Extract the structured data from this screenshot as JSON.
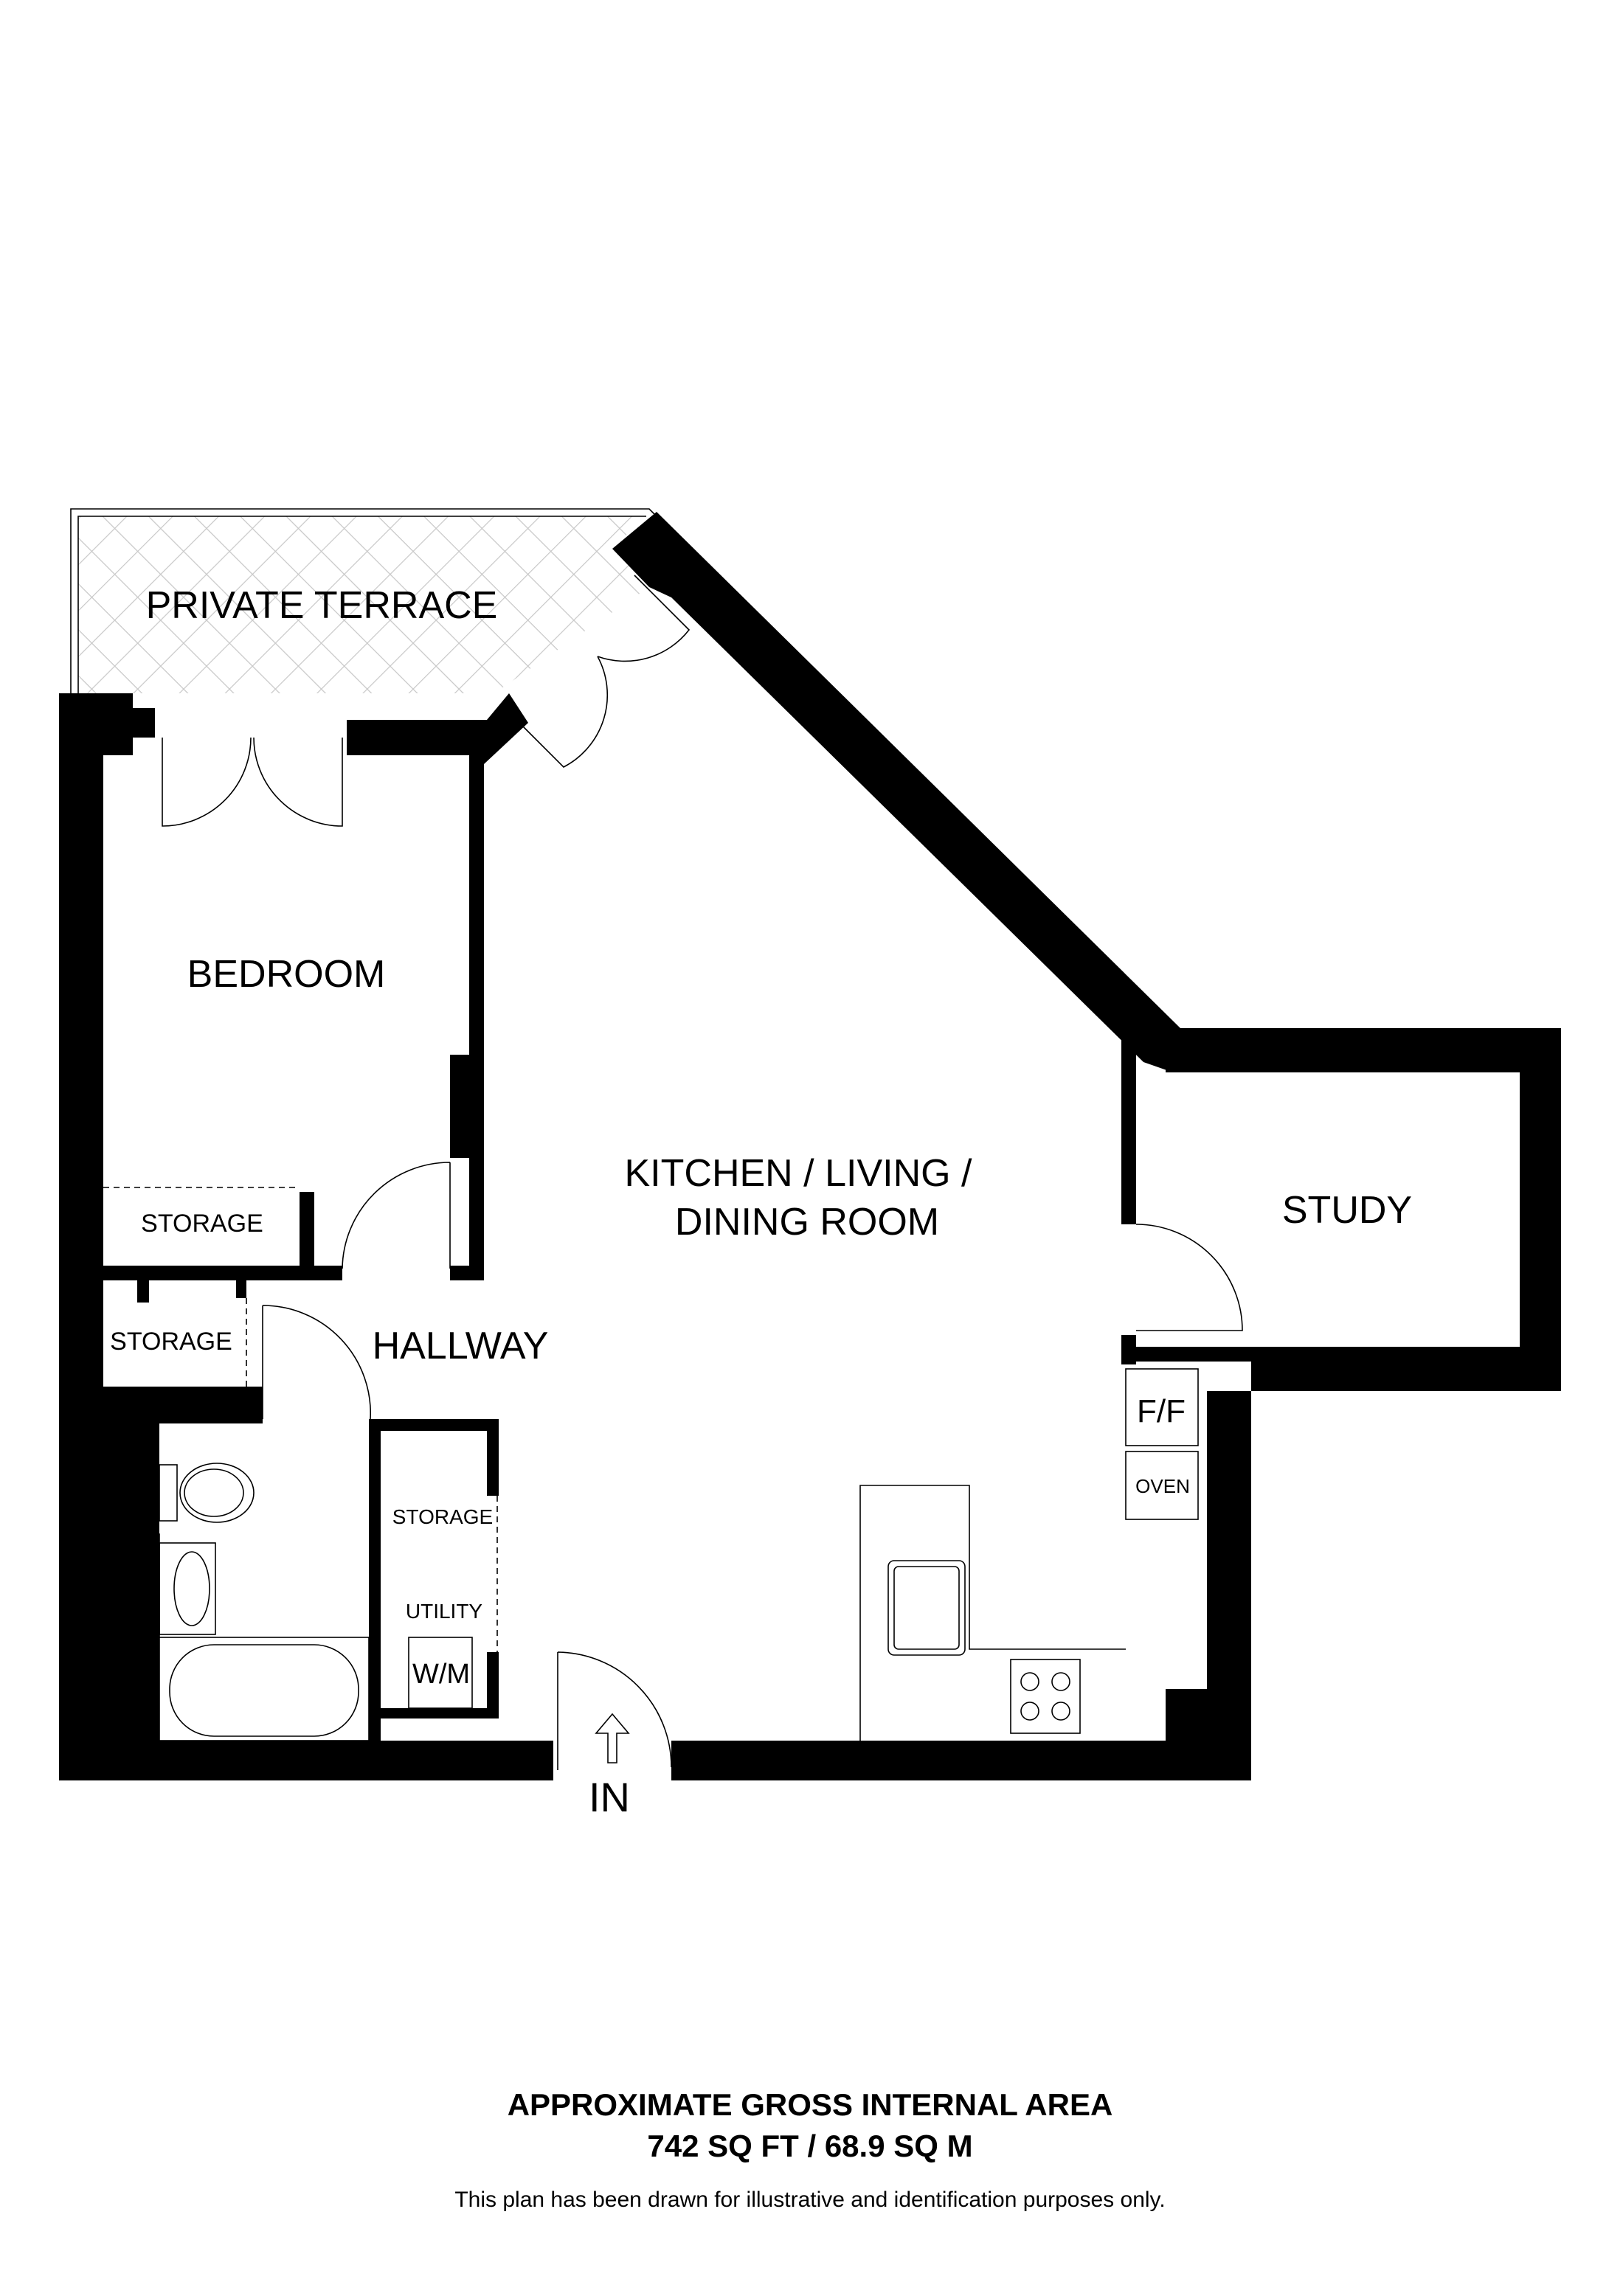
{
  "rooms": {
    "terrace": "PRIVATE TERRACE",
    "bedroom": "BEDROOM",
    "bedroom_storage": "STORAGE",
    "hall_storage": "STORAGE",
    "hallway": "HALLWAY",
    "kitchen_line1": "KITCHEN / LIVING /",
    "kitchen_line2": "DINING ROOM",
    "study": "STUDY",
    "utility_storage": "STORAGE",
    "utility": "UTILITY",
    "entrance": "IN"
  },
  "appliances": {
    "fridge_freezer": "F/F",
    "oven": "OVEN",
    "washing_machine": "W/M"
  },
  "footer": {
    "area_title": "APPROXIMATE GROSS INTERNAL AREA",
    "area_value": "742 SQ FT / 68.9 SQ M",
    "disclaimer": "This plan has been drawn for illustrative and identification purposes only."
  },
  "colors": {
    "wall": "#000000",
    "terrace_hatch": "#c8c8c8"
  }
}
